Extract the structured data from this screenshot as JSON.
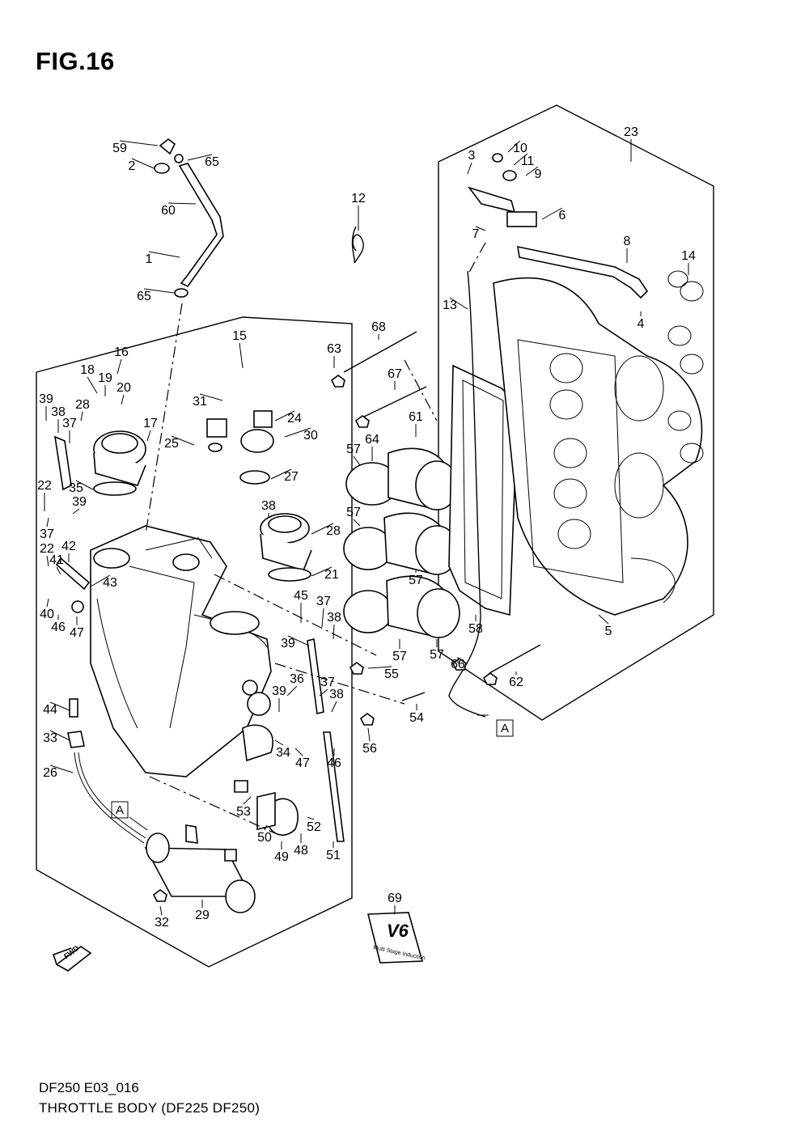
{
  "figure": {
    "title": "FIG.16",
    "code": "DF250 E03_016",
    "caption": "THROTTLE BODY (DF225 DF250)"
  },
  "ref_marks": {
    "a_left": "A",
    "a_right": "A"
  },
  "emblem": {
    "logo": "V6",
    "subtext": "Multi Stage Induction"
  },
  "direction_marker": "FWD",
  "callouts": [
    "59",
    "2",
    "65",
    "60",
    "1",
    "65",
    "15",
    "16",
    "18",
    "19",
    "20",
    "17",
    "39",
    "38",
    "37",
    "28",
    "31",
    "24",
    "30",
    "25",
    "27",
    "35",
    "22",
    "39",
    "37",
    "38",
    "28",
    "21",
    "22",
    "42",
    "41",
    "43",
    "40",
    "46",
    "47",
    "45",
    "37",
    "38",
    "39",
    "36",
    "37",
    "38",
    "39",
    "44",
    "33",
    "26",
    "34",
    "47",
    "46",
    "53",
    "50",
    "49",
    "48",
    "52",
    "51",
    "32",
    "29",
    "23",
    "3",
    "10",
    "11",
    "9",
    "6",
    "7",
    "8",
    "14",
    "4",
    "13",
    "12",
    "68",
    "63",
    "67",
    "61",
    "57",
    "64",
    "57",
    "57",
    "57",
    "57",
    "58",
    "5",
    "55",
    "54",
    "56",
    "66",
    "62",
    "69"
  ]
}
